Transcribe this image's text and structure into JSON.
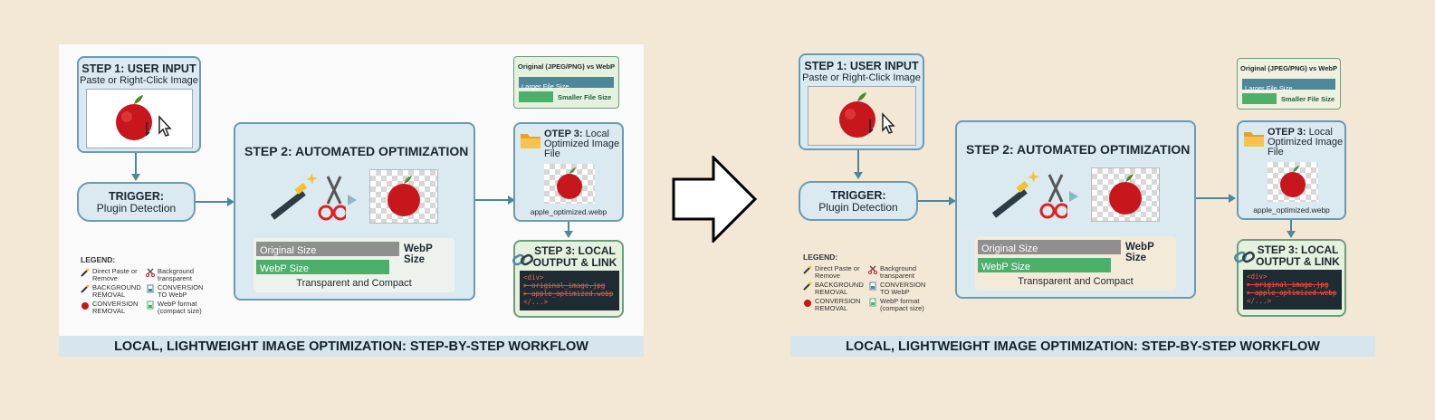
{
  "before": {
    "step1": {
      "title": "STEP 1: USER INPUT",
      "subtitle": "Paste or Right-Click Image"
    },
    "trigger": {
      "title": "TRIGGER:",
      "subtitle": "Plugin Detection"
    },
    "step2": {
      "title": "STEP 2: AUTOMATED OPTIMIZATION",
      "original_label": "Original Size",
      "webp_label": "WebP Size",
      "webp_side_label": "WebP Size",
      "caption": "Transparent and Compact"
    },
    "compare": {
      "title": "Original (JPEG/PNG) vs WebP",
      "larger": "Larger File Size",
      "smaller": "Smaller File Size"
    },
    "otep3": {
      "title": "OTEP 3: Local Optimized Image File",
      "title_a": "OTEP 3:",
      "title_b": "Local",
      "title_c": "Optimized Image",
      "title_d": "File",
      "filename": "apple_optimized.webp"
    },
    "step3": {
      "title_a": "STEP 3: LOCAL",
      "title_b": "OUTPUT & LINK",
      "code": [
        "<div>",
        "> original_image.jpg",
        "> apple_optimized.webp",
        "</...>"
      ]
    },
    "legend": {
      "heading": "LEGEND:",
      "items": [
        {
          "a": "Direct Paste or",
          "b": "Remove",
          "icon": "magic-wand-icon"
        },
        {
          "a": "Background",
          "b": "transparent",
          "icon": "scissors-icon"
        },
        {
          "a": "BACKGROUND",
          "b": "REMOVAL",
          "icon": "magic-wand-icon"
        },
        {
          "a": "CONVERSION",
          "b": "TO WebP",
          "icon": "file-convert-icon"
        },
        {
          "a": "CONVERSION",
          "b": "REMOVAL",
          "icon": "apple-icon"
        },
        {
          "a": "WebP format",
          "b": "(compact size)",
          "icon": "file-icon"
        }
      ]
    },
    "footer": "LOCAL, LIGHTWEIGHT IMAGE OPTIMIZATION: STEP-BY-STEP WORKFLOW"
  },
  "after": {
    "step1": {
      "title": "STEP 1: USER INPUT",
      "subtitle": "Paste or Right-Click Image"
    },
    "trigger": {
      "title": "TRIGGER:",
      "subtitle": "Plugin Detection"
    },
    "step2": {
      "title": "STEP 2: AUTOMATED OPTIMIZATION",
      "original_label": "Original Size",
      "webp_label": "WebP Size",
      "webp_side_label": "WebP Size",
      "caption": "Transparent and Compact"
    },
    "compare": {
      "title": "Original (JPEG/PNG) vs WebP",
      "larger": "Larger File Size",
      "smaller": "Smaller File Size"
    },
    "otep3": {
      "title_a": "OTEP 3:",
      "title_b": "Local",
      "title_c": "Optimized Image",
      "title_d": "File",
      "filename": "apple_optimized.webp"
    },
    "step3": {
      "title_a": "STEP 3: LOCAL",
      "title_b": "OUTPUT & LINK",
      "code": [
        "<div>",
        "> original_image.jpg",
        "> apple_optimized.webp",
        "</...>"
      ]
    },
    "legend": {
      "heading": "LEGEND:",
      "items": [
        {
          "a": "Direct Paste or",
          "b": "Remove"
        },
        {
          "a": "Background",
          "b": "transparent"
        },
        {
          "a": "BACKGROUND",
          "b": "REMOVAL"
        },
        {
          "a": "CONVERSION",
          "b": "TO WebP"
        },
        {
          "a": "CONVERSION",
          "b": "REMOVAL"
        },
        {
          "a": "WebP format",
          "b": "(compact size)"
        }
      ]
    },
    "footer": "LOCAL, LIGHTWEIGHT IMAGE OPTIMIZATION: STEP-BY-STEP WORKFLOW"
  },
  "colors": {
    "accent": "#4d8799",
    "green": "#4caf6a",
    "gray": "#8f8f8f",
    "big_arrow": "#000000"
  }
}
